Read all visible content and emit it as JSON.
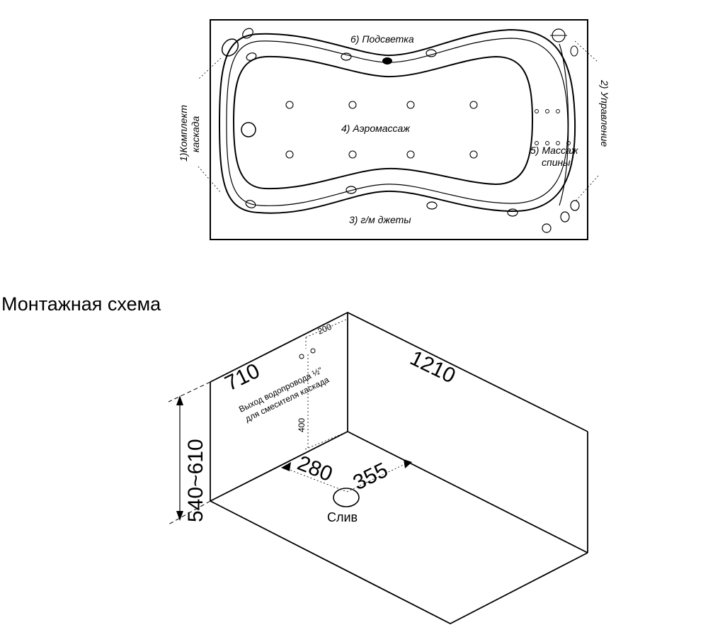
{
  "top_view": {
    "labels": {
      "cascade": [
        "1)Комплект",
        "каскада"
      ],
      "control": "2) Управление",
      "hydro_jets": "3) г/м джеты",
      "aero": "4) Аэромассаж",
      "back_massage": [
        "5) Массаж",
        "спины"
      ],
      "lighting": "6) Подсветка"
    }
  },
  "section_title": "Монтажная схема",
  "install_view": {
    "height_range": "540~610",
    "width": "710",
    "length": "1210",
    "dim_200": "200",
    "dim_400": "400",
    "dim_280": "280",
    "dim_355": "355",
    "water_outlet": [
      "Выход водопровода ½\"",
      "для смесителя каскада"
    ],
    "drain": "Слив"
  }
}
